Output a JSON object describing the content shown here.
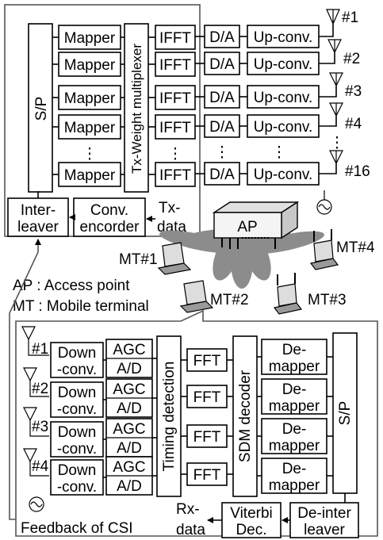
{
  "tx": {
    "sp": "S/P",
    "mapper": "Mapper",
    "dots": "⋮",
    "multiplexer": "Tx-Weight multiplexer",
    "ifft": "IFFT",
    "da": "D/A",
    "upconv": "Up-conv.",
    "antennas": [
      "#1",
      "#2",
      "#3",
      "#4",
      "#16"
    ],
    "interleaver": [
      "Inter-",
      "leaver"
    ],
    "encoder": [
      "Conv.",
      "encorder"
    ],
    "txdata": [
      "Tx-",
      "data"
    ]
  },
  "ap": {
    "label": "AP"
  },
  "terminals": [
    "MT#1",
    "MT#2",
    "MT#3",
    "MT#4"
  ],
  "legend": {
    "ap": "AP : Access point",
    "mt": "MT : Mobile terminal"
  },
  "rx": {
    "antennas": [
      "#1",
      "#2",
      "#3",
      "#4"
    ],
    "downconv": [
      "Down",
      "-conv."
    ],
    "agc": "AGC",
    "ad": "A/D",
    "timing": "Timing detection",
    "fft": "FFT",
    "sdm": "SDM decoder",
    "demapper": [
      "De-",
      "mapper"
    ],
    "ps": "S/P",
    "deinterleaver": [
      "De-inter",
      "leaver"
    ],
    "viterbi": [
      "Viterbi",
      "Dec."
    ],
    "rxdata": [
      "Rx-",
      "data"
    ],
    "feedback": "Feedback of CSI"
  }
}
